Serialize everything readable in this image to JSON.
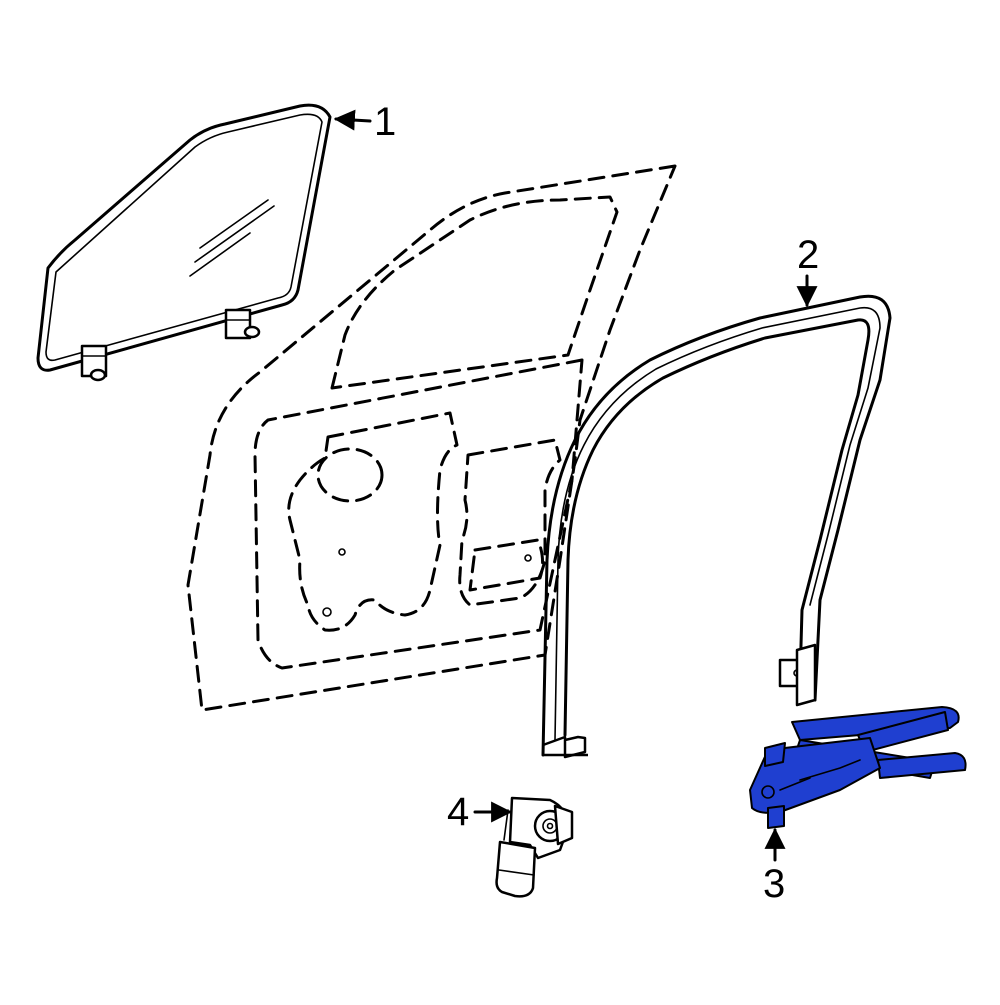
{
  "diagram": {
    "highlight_color": "#1f3fd0",
    "callouts": [
      {
        "number": "1",
        "part": "door-glass"
      },
      {
        "number": "2",
        "part": "glass-run-channel"
      },
      {
        "number": "3",
        "part": "window-regulator"
      },
      {
        "number": "4",
        "part": "regulator-motor"
      }
    ]
  }
}
